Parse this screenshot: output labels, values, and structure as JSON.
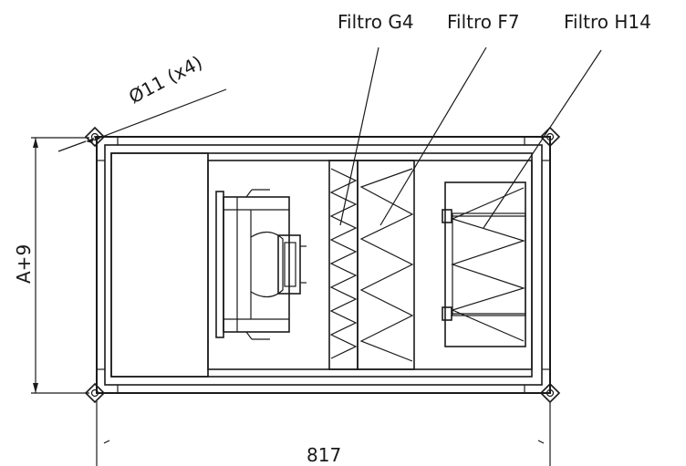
{
  "labels": {
    "filter_g4": "Filtro G4",
    "filter_f7": "Filtro F7",
    "filter_h14": "Filtro H14",
    "hole": "Ø11 (x4)",
    "height_dim": "A+9",
    "width_dim": "817"
  }
}
